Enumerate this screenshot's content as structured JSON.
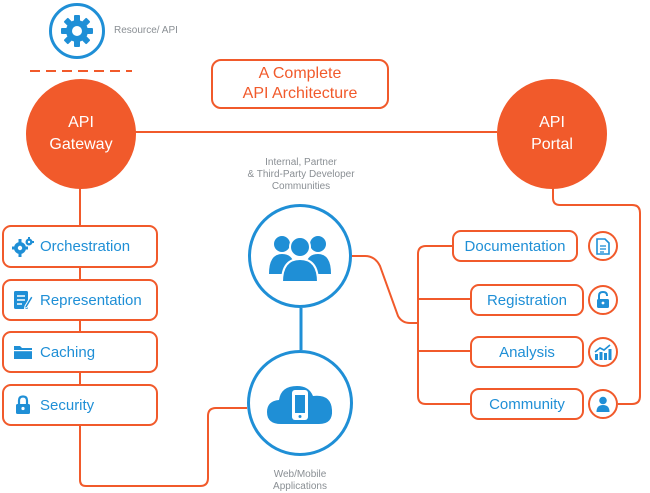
{
  "resource": {
    "label": "Resource/ API",
    "icon": "gear-icon"
  },
  "title": {
    "line1": "A Complete",
    "line2": "API Architecture"
  },
  "gateway": {
    "line1": "API",
    "line2": "Gateway"
  },
  "portal": {
    "line1": "API",
    "line2": "Portal"
  },
  "communities": {
    "line1": "Internal, Partner",
    "line2": "& Third-Party Developer",
    "line3": "Communities",
    "icon": "people-group-icon"
  },
  "apps": {
    "line1": "Web/Mobile",
    "line2": "Applications",
    "icon": "cloud-phone-icon"
  },
  "gateway_features": [
    {
      "label": "Orchestration",
      "icon": "gears-icon"
    },
    {
      "label": "Representation",
      "icon": "document-edit-icon"
    },
    {
      "label": "Caching",
      "icon": "folder-icon"
    },
    {
      "label": "Security",
      "icon": "lock-icon"
    }
  ],
  "portal_features": [
    {
      "label": "Documentation",
      "icon": "document-icon"
    },
    {
      "label": "Registration",
      "icon": "unlock-icon"
    },
    {
      "label": "Analysis",
      "icon": "chart-icon"
    },
    {
      "label": "Community",
      "icon": "user-icon"
    }
  ],
  "colors": {
    "accent": "#f15a2b",
    "blue": "#1f8fd6",
    "gray": "#8a8f94"
  }
}
